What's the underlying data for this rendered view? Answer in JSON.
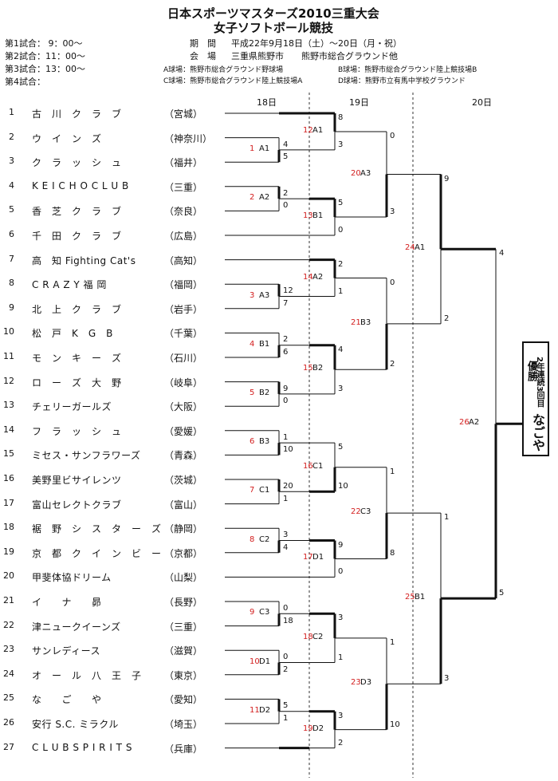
{
  "header": {
    "title1": "日本スポーツマスターズ2010三重大会",
    "title2": "女子ソフトボール競技",
    "schedule": [
      "第1試合：  9：00～",
      "第2試合：11：00～",
      "第3試合：13：00～",
      "第4試合："
    ],
    "period_label": "期　間",
    "period_value": "平成22年9月18日（土）～20日（月・祝）",
    "venue_label": "会　場",
    "venue_value": "三重県熊野市　　熊野市総合グラウンド他",
    "fields": [
      "A球場：熊野市総合グラウンド野球場",
      "B球場：熊野市総合グラウンド陸上競技場B",
      "C球場：熊野市総合グラウンド陸上競技場A",
      "D球場：熊野市立有馬中学校グラウンド"
    ]
  },
  "days": [
    "18日",
    "19日",
    "20日"
  ],
  "teams": [
    {
      "no": "1",
      "name": "古　川　ク　ラ　ブ",
      "pref": "（宮城）"
    },
    {
      "no": "2",
      "name": "ウ　イ　ン　ズ",
      "pref": "（神奈川）"
    },
    {
      "no": "3",
      "name": "ク　ラ　ッ　シ　ュ",
      "pref": "（福井）"
    },
    {
      "no": "4",
      "name": "K E I C H O  C L U B",
      "pref": "（三重）"
    },
    {
      "no": "5",
      "name": "香　芝　ク　ラ　ブ",
      "pref": "（奈良）"
    },
    {
      "no": "6",
      "name": "千　田　ク　ラ　ブ",
      "pref": "（広島）"
    },
    {
      "no": "7",
      "name": "高　知 Fighting Cat's",
      "pref": "（高知）"
    },
    {
      "no": "8",
      "name": "C R A Z Y 福 岡",
      "pref": "（福岡）"
    },
    {
      "no": "9",
      "name": "北　上　ク　ラ　ブ",
      "pref": "（岩手）"
    },
    {
      "no": "10",
      "name": "松　戸　K　G　B",
      "pref": "（千葉）"
    },
    {
      "no": "11",
      "name": "モ　ン　キ　ー　ズ",
      "pref": "（石川）"
    },
    {
      "no": "12",
      "name": "ロ　ー　ズ　大　野",
      "pref": "（岐阜）"
    },
    {
      "no": "13",
      "name": "チェリーガールズ",
      "pref": "（大阪）"
    },
    {
      "no": "14",
      "name": "フ　ラ　ッ　シ　ュ",
      "pref": "（愛媛）"
    },
    {
      "no": "15",
      "name": "ミセス・サンフラワーズ",
      "pref": "（青森）"
    },
    {
      "no": "16",
      "name": "美野里ビサイレンツ",
      "pref": "（茨城）"
    },
    {
      "no": "17",
      "name": "富山セレクトクラブ",
      "pref": "（富山）"
    },
    {
      "no": "18",
      "name": "裾　野　シ　ス　タ　ー　ズ",
      "pref": "（静岡）"
    },
    {
      "no": "19",
      "name": "京　都　ク　イ　ン　ビ　ー",
      "pref": "（京都）"
    },
    {
      "no": "20",
      "name": "甲斐体協ドリーム",
      "pref": "（山梨）"
    },
    {
      "no": "21",
      "name": "イ　　ナ　　昴",
      "pref": "（長野）"
    },
    {
      "no": "22",
      "name": "津ニュークイーンズ",
      "pref": "（三重）"
    },
    {
      "no": "23",
      "name": "サンレディース",
      "pref": "（滋賀）"
    },
    {
      "no": "24",
      "name": "オ　ー　ル　八　王　子",
      "pref": "（東京）"
    },
    {
      "no": "25",
      "name": "な　　ご　　や",
      "pref": "（愛知）"
    },
    {
      "no": "26",
      "name": "安行 S.C. ミラクル",
      "pref": "（埼玉）"
    },
    {
      "no": "27",
      "name": "C L U B  S P I R I T S",
      "pref": "（兵庫）"
    }
  ],
  "games": [
    {
      "no": "1",
      "field": "A1",
      "s1": "4",
      "s2": "5"
    },
    {
      "no": "2",
      "field": "A2",
      "s1": "2",
      "s2": "0"
    },
    {
      "no": "3",
      "field": "A3",
      "s1": "12",
      "s2": "7"
    },
    {
      "no": "4",
      "field": "B1",
      "s1": "2",
      "s2": "6"
    },
    {
      "no": "5",
      "field": "B2",
      "s1": "9",
      "s2": "0"
    },
    {
      "no": "6",
      "field": "B3",
      "s1": "1",
      "s2": "10"
    },
    {
      "no": "7",
      "field": "C1",
      "s1": "20",
      "s2": "1"
    },
    {
      "no": "8",
      "field": "C2",
      "s1": "3",
      "s2": "4"
    },
    {
      "no": "9",
      "field": "C3",
      "s1": "0",
      "s2": "18"
    },
    {
      "no": "10",
      "field": "D1",
      "s1": "0",
      "s2": "2"
    },
    {
      "no": "11",
      "field": "D2",
      "s1": "5",
      "s2": "1"
    },
    {
      "no": "12",
      "field": "A1",
      "s1": "8",
      "s2": "3"
    },
    {
      "no": "13",
      "field": "B1",
      "s1": "5",
      "s2": "0"
    },
    {
      "no": "14",
      "field": "A2",
      "s1": "2",
      "s2": "1"
    },
    {
      "no": "15",
      "field": "B2",
      "s1": "4",
      "s2": "3"
    },
    {
      "no": "16",
      "field": "C1",
      "s1": "5",
      "s2": "10"
    },
    {
      "no": "17",
      "field": "D1",
      "s1": "9",
      "s2": "0"
    },
    {
      "no": "18",
      "field": "C2",
      "s1": "3",
      "s2": "1"
    },
    {
      "no": "19",
      "field": "D2",
      "s1": "3",
      "s2": "2"
    },
    {
      "no": "20",
      "field": "A3",
      "s1": "0",
      "s2": "3"
    },
    {
      "no": "21",
      "field": "B3",
      "s1": "0",
      "s2": "2"
    },
    {
      "no": "22",
      "field": "C3",
      "s1": "1",
      "s2": "8"
    },
    {
      "no": "23",
      "field": "D3",
      "s1": "1",
      "s2": "10"
    },
    {
      "no": "24",
      "field": "A1",
      "s1": "9",
      "s2": "2"
    },
    {
      "no": "25",
      "field": "B1",
      "s1": "1",
      "s2": "3"
    },
    {
      "no": "26",
      "field": "A2",
      "s1": "4",
      "s2": "5"
    }
  ],
  "champion": {
    "note": "2年連続3回目",
    "label": "優勝",
    "name": "なごや"
  }
}
